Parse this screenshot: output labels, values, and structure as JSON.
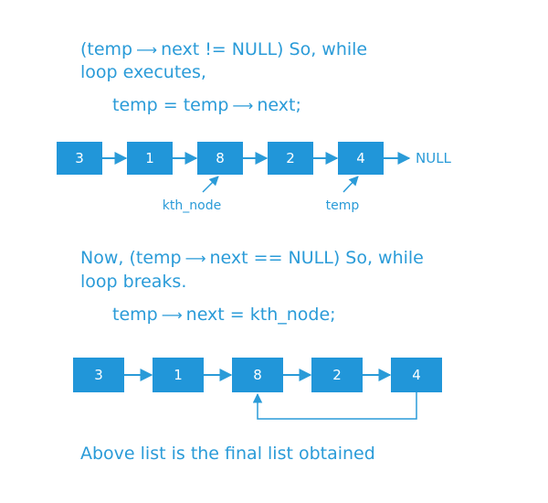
{
  "step1": {
    "line1_a": "(temp",
    "line1_b": "next != NULL)  So, while",
    "line2": "loop executes,",
    "code_a": "temp = temp",
    "code_b": "next;"
  },
  "list1": {
    "nodes": [
      "3",
      "1",
      "8",
      "2",
      "4"
    ],
    "tail": "NULL",
    "kth_label": "kth_node",
    "temp_label": "temp"
  },
  "step2": {
    "line1_a": "Now, (temp",
    "line1_b": "next == NULL)  So, while",
    "line2": "loop breaks.",
    "code_a": "temp",
    "code_b": "next = kth_node;"
  },
  "list2": {
    "nodes": [
      "3",
      "1",
      "8",
      "2",
      "4"
    ]
  },
  "footer": "Above list is the final list obtained",
  "colors": {
    "accent": "#2a9bd8",
    "node_fill": "#2196d9",
    "node_text": "#ffffff"
  }
}
